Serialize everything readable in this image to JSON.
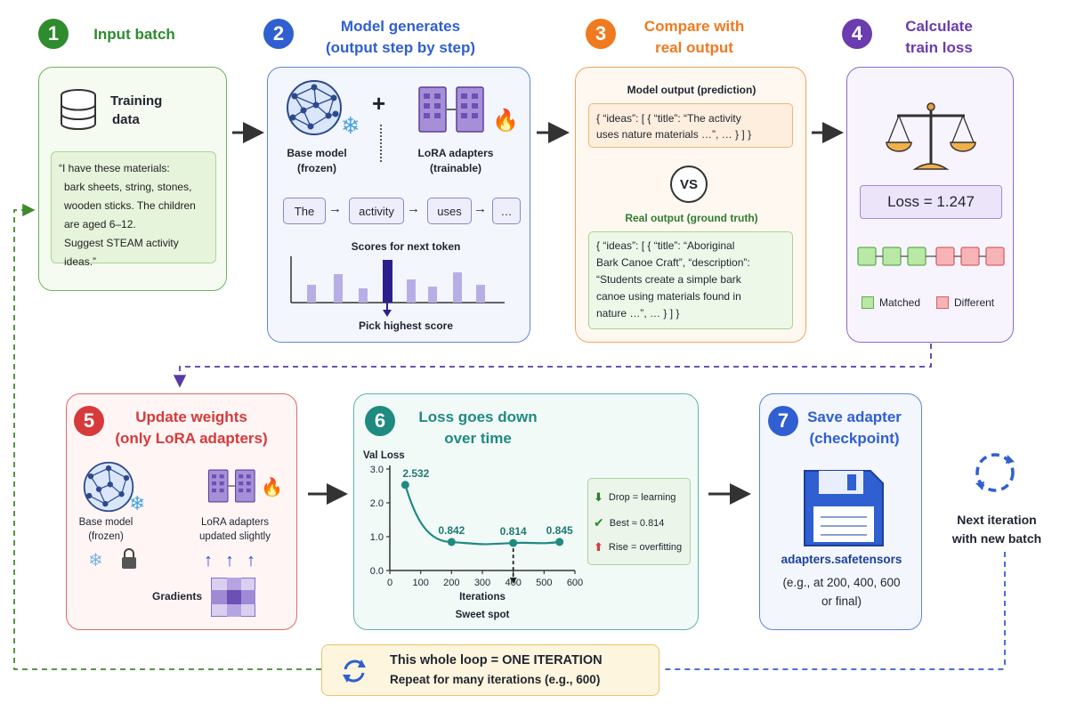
{
  "steps": {
    "s1": {
      "num": "1",
      "title": "Input batch",
      "color": "#2e8b2e"
    },
    "s2": {
      "num": "2",
      "title_line1": "Model generates",
      "title_line2": "(output step by step)",
      "color": "#2f5fd0"
    },
    "s3": {
      "num": "3",
      "title_line1": "Compare with",
      "title_line2": "real output",
      "color": "#f07a1f"
    },
    "s4": {
      "num": "4",
      "title_line1": "Calculate",
      "title_line2": "train loss",
      "color": "#6a3cb0"
    },
    "s5": {
      "num": "5",
      "title_line1": "Update weights",
      "title_line2": "(only LoRA adapters)",
      "color": "#d63a3a"
    },
    "s6": {
      "num": "6",
      "title_line1": "Loss goes down",
      "title_line2": "over time",
      "color": "#1f8a80"
    },
    "s7": {
      "num": "7",
      "title_line1": "Save adapter",
      "title_line2": "(checkpoint)",
      "color": "#2f5fd0"
    }
  },
  "card1": {
    "label_line1": "Training",
    "label_line2": "data",
    "prompt_lines": [
      "“I have these materials:",
      "bark sheets, string, stones,",
      "wooden sticks. The children",
      "are aged 6–12.",
      "Suggest STEAM activity ideas.”"
    ]
  },
  "card2": {
    "plus": "+",
    "base_model_line1": "Base model",
    "base_model_line2": "(frozen)",
    "lora_line1": "LoRA adapters",
    "lora_line2": "(trainable)",
    "tokens": [
      "The",
      "activity",
      "uses",
      "…"
    ],
    "scores_label": "Scores for next token",
    "pick_label": "Pick highest score"
  },
  "card3": {
    "pred_label": "Model output (prediction)",
    "pred_line1": "{ “ideas”: [ { “title”: “The activity",
    "pred_line2": "uses nature materials …”, … } ] }",
    "vs": "VS",
    "real_label": "Real output (ground truth)",
    "real_lines": [
      "{ “ideas”: [ { “title”: “Aboriginal",
      "Bark Canoe Craft”, “description”:",
      "“Students create a simple bark",
      "canoe using materials found in",
      "nature …”, … } ] }"
    ]
  },
  "card4": {
    "loss_text": "Loss = 1.247",
    "matched": "Matched",
    "different": "Different"
  },
  "card5": {
    "base_line1": "Base model",
    "base_line2": "(frozen)",
    "lora_line1": "LoRA adapters",
    "lora_line2": "updated slightly",
    "gradients": "Gradients"
  },
  "card6": {
    "legend": [
      "Drop = learning",
      "Best ≈ 0.814",
      "Rise = overfitting"
    ],
    "sweet_spot": "Sweet spot"
  },
  "card7": {
    "filename": "adapters.safetensors",
    "note_line1": "(e.g., at 200, 400, 600",
    "note_line2": "or final)"
  },
  "next": {
    "line1": "Next iteration",
    "line2": "with new batch"
  },
  "loop": {
    "line1": "This whole loop = ONE ITERATION",
    "line2": "Repeat for many iterations (e.g., 600)"
  },
  "icons": [
    "database-icon",
    "neural-network-icon",
    "snowflake-icon",
    "fire-icon",
    "balance-scale-icon",
    "lock-icon",
    "floppy-disk-icon",
    "refresh-icon"
  ],
  "chart_data": {
    "type": "line",
    "title": "",
    "xlabel": "Iterations",
    "ylabel": "Val Loss",
    "xlim": [
      0,
      600
    ],
    "ylim": [
      0,
      3
    ],
    "xticks": [
      0,
      100,
      200,
      300,
      400,
      500,
      600
    ],
    "yticks": [
      0.0,
      1.0,
      2.0,
      3.0
    ],
    "ytick_labels": [
      "0.0",
      "1.0",
      "2.0",
      "3.0"
    ],
    "x": [
      50,
      200,
      400,
      550
    ],
    "y": [
      2.532,
      0.842,
      0.814,
      0.845
    ],
    "point_labels": [
      "2.532",
      "0.842",
      "0.814",
      "0.845"
    ],
    "sweet_spot_x": 400
  }
}
